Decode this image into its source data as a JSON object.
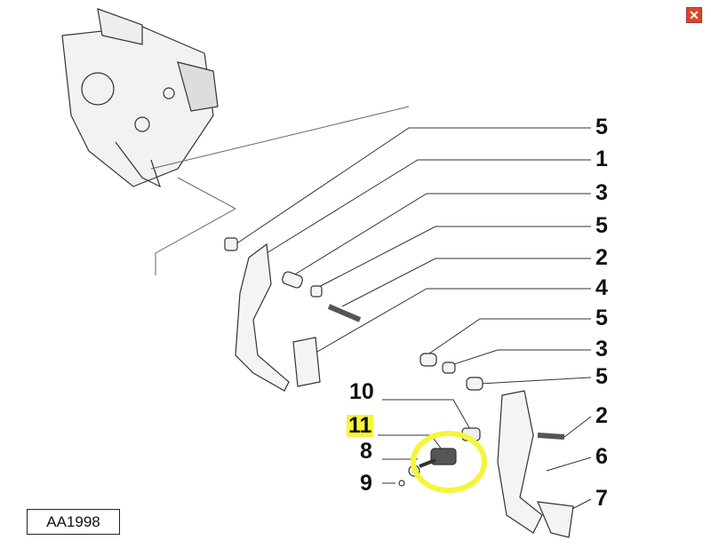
{
  "close_icon": "close-icon",
  "diagram_code": "AA1998",
  "callouts": {
    "right": [
      "5",
      "1",
      "3",
      "5",
      "2",
      "4",
      "5",
      "3",
      "5",
      "2",
      "6",
      "7"
    ],
    "left": [
      "10",
      "11",
      "8",
      "9"
    ]
  },
  "highlight_color": "#f5f53a",
  "close_color": "#d9472b"
}
